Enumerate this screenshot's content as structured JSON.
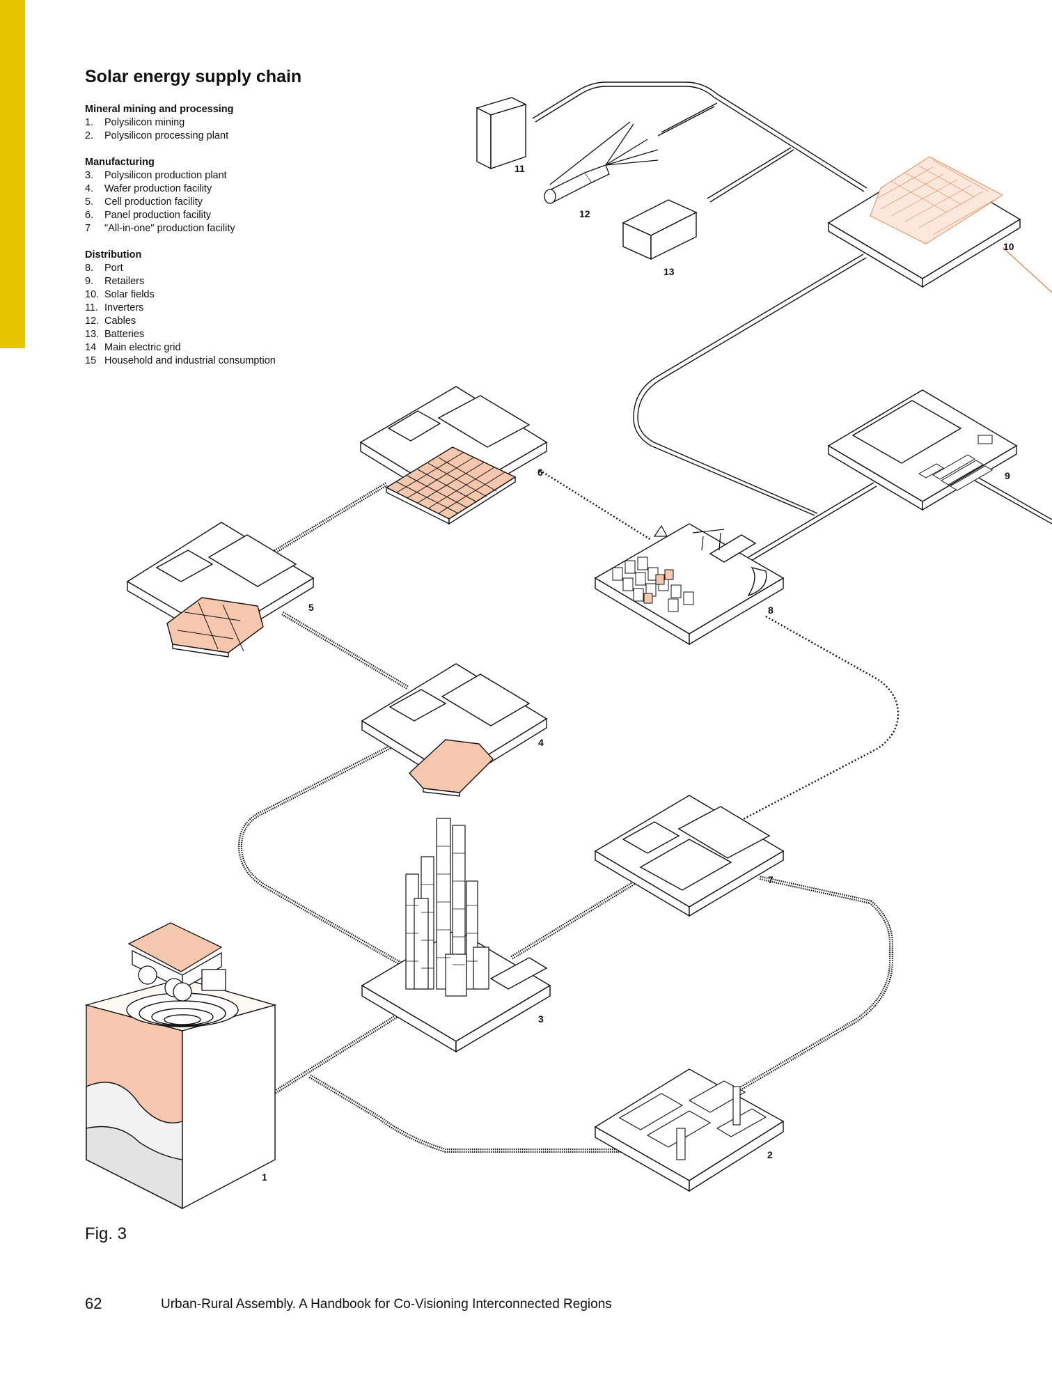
{
  "title": "Solar energy supply chain",
  "legend": [
    {
      "heading": "Mineral mining and processing",
      "items": [
        {
          "num": "1.",
          "label": "Polysilicon mining"
        },
        {
          "num": "2.",
          "label": "Polysilicon processing plant"
        }
      ]
    },
    {
      "heading": "Manufacturing",
      "items": [
        {
          "num": "3.",
          "label": "Polysilicon production plant"
        },
        {
          "num": "4.",
          "label": "Wafer production facility"
        },
        {
          "num": "5.",
          "label": "Cell production facility"
        },
        {
          "num": "6.",
          "label": "Panel production facility"
        },
        {
          "num": "7",
          "label": "\"All-in-one\" production facility"
        }
      ]
    },
    {
      "heading": "Distribution",
      "items": [
        {
          "num": "8.",
          "label": "Port"
        },
        {
          "num": "9.",
          "label": "Retailers"
        },
        {
          "num": "10.",
          "label": "Solar fields"
        },
        {
          "num": "11.",
          "label": "Inverters"
        },
        {
          "num": "12.",
          "label": "Cables"
        },
        {
          "num": "13.",
          "label": "Batteries"
        },
        {
          "num": "14",
          "label": "Main electric grid"
        },
        {
          "num": "15",
          "label": "Household and industrial consumption"
        }
      ]
    }
  ],
  "node_labels": {
    "n1": "1",
    "n2": "2",
    "n3": "3",
    "n4": "4",
    "n5": "5",
    "n6": "6",
    "n7": "7",
    "n8": "8",
    "n9": "9",
    "n10": "10",
    "n11": "11",
    "n12": "12",
    "n13": "13"
  },
  "figure_label": "Fig. 3",
  "footer": {
    "page_number": "62",
    "running_title": "Urban-Rural Assembly. A Handbook for Co-Visioning Interconnected Regions"
  },
  "colors": {
    "accent": "#e5c600",
    "highlight": "#f5c7ae",
    "line": "#111111",
    "grid_line": "#e08a5a"
  }
}
